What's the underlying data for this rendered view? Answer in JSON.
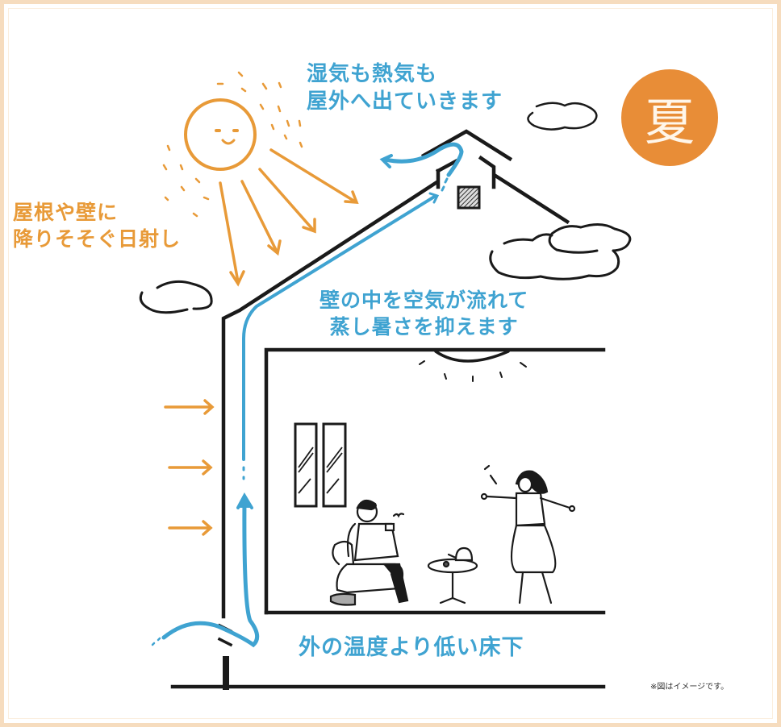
{
  "labels": {
    "exhaust_line1": "湿気も熱気も",
    "exhaust_line2": "屋外へ出ていきます",
    "sunlight_line1": "屋根や壁に",
    "sunlight_line2": "降りそそぐ日射し",
    "wall_air_line1": "壁の中を空気が流れて",
    "wall_air_line2": "蒸し暑さを抑えます",
    "underfloor": "外の温度より低い床下"
  },
  "season_badge": {
    "text": "夏",
    "color": "#e88d37"
  },
  "footnote": "※図はイメージです。",
  "colors": {
    "airflow_blue": "#3fa3d1",
    "sun_orange": "#e89a38",
    "frame_peach": "#f6dcbe",
    "line_black": "#1a1a1a"
  },
  "icons": {
    "sun": "smiling-sun-icon",
    "clouds": [
      "cloud-left",
      "cloud-top-right",
      "cloud-right-large"
    ],
    "airflow_arrow": "blue-airflow-arrow",
    "heat_arrows": [
      "heat-arrow-1",
      "heat-arrow-2",
      "heat-arrow-3"
    ]
  }
}
